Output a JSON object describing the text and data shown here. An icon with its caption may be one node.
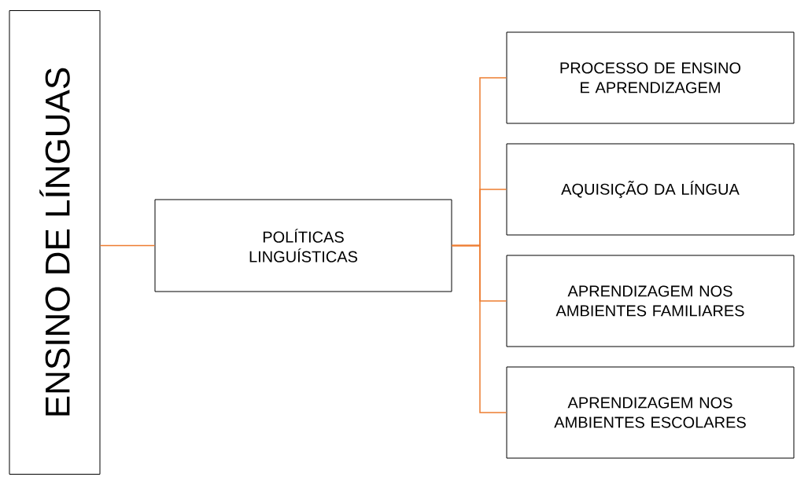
{
  "diagram": {
    "nodes": [
      {
        "text": [
          "ENSINO DE LÍNGUAS"
        ]
      },
      {
        "text": [
          "POLÍTICAS LINGUÍSTICAS"
        ]
      },
      {
        "text": [
          "PROCESSO DE ENSINO E APRENDIZAGEM"
        ]
      },
      {
        "text": [
          "AQUISIÇÃO DA LÍNGUA"
        ]
      },
      {
        "text": [
          "APRENDIZAGEM NOS AMBIENTES FAMILIARES"
        ]
      },
      {
        "text": [
          "APRENDIZAGEM NOS AMBIENTES ESCOLARES"
        ]
      }
    ],
    "edges": [
      {
        "from": 0,
        "to": 1,
        "arrow": "none"
      },
      {
        "from": 1,
        "to": 2,
        "arrow": "none"
      },
      {
        "from": 1,
        "to": 3,
        "arrow": "none"
      },
      {
        "from": 1,
        "to": 4,
        "arrow": "none"
      },
      {
        "from": 1,
        "to": 5,
        "arrow": "none"
      }
    ]
  }
}
